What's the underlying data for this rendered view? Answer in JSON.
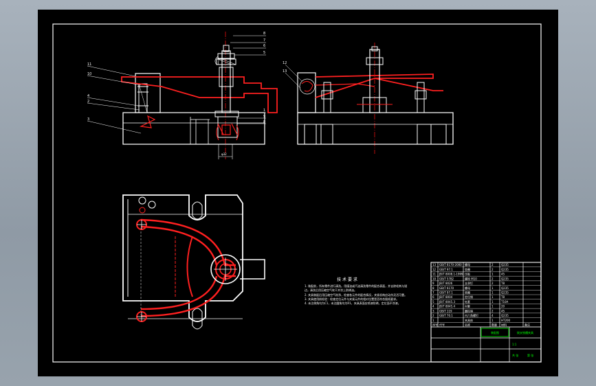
{
  "tech_requirements": {
    "title": "技 术 要 求",
    "lines": [
      "1. 装配前，所有零件进行清洗。用煤油或汽油清洗零件的配合表面，并去除毛刺与锐",
      "边，清洗后用压缩空气吹干并涂上防锈油。",
      "2. 夹具装配后用压缩空气吹净，检查各元件的配合情况，夹紧机构应动作灵活可靠。",
      "3. 夹具使用前检验：检查定位元件与夹紧元件的相对位置是否符合图纸要求。",
      "4. 未注倒角均为C1，未注圆角均为R1，夹具表面应喷漆防锈，定位面不涂漆。"
    ]
  },
  "part_numbers": {
    "front": [
      "1",
      "2",
      "3",
      "4",
      "5",
      "6",
      "7",
      "8",
      "9",
      "10",
      "11"
    ],
    "side": [
      "12",
      "13"
    ]
  },
  "dimension": "φ32",
  "title_block": {
    "drawing_name": "拨叉铣槽夹具",
    "center_label": "装配图",
    "table_headers": [
      "序号",
      "代号",
      "名称",
      "数量",
      "材料",
      "备注"
    ],
    "rows": [
      [
        "13",
        "GB/T 6170-2000",
        "螺母",
        "2",
        "Q235",
        ""
      ],
      [
        "12",
        "GB/T 97.1",
        "垫圈",
        "2",
        "Q235",
        ""
      ],
      [
        "11",
        "JB/T 8008.1-1999",
        "压板",
        "1",
        "45",
        ""
      ],
      [
        "10",
        "GB/T 5782",
        "螺栓 M10",
        "2",
        "Q235",
        ""
      ],
      [
        "9",
        "JB/T 8026",
        "支承钉",
        "2",
        "T8",
        ""
      ],
      [
        "8",
        "GB/T 6170",
        "螺母",
        "1",
        "Q235",
        ""
      ],
      [
        "7",
        "GB/T 97.1",
        "垫圈",
        "1",
        "Q235",
        ""
      ],
      [
        "6",
        "JB/T 8004",
        "定位销",
        "1",
        "T8",
        ""
      ],
      [
        "5",
        "JB/T 8045.3",
        "钻套",
        "1",
        "T10A",
        ""
      ],
      [
        "4",
        "JB/T 8045.4",
        "衬套",
        "1",
        "20",
        ""
      ],
      [
        "3",
        "GB/T 119",
        "圆柱销",
        "2",
        "45",
        ""
      ],
      [
        "2",
        "GB/T 70.1",
        "内六角螺钉",
        "4",
        "Q235",
        ""
      ],
      [
        "1",
        "",
        "夹具体",
        "1",
        "HT200",
        ""
      ]
    ],
    "scale_cells": [
      "1:1",
      "共 张",
      "第 张"
    ]
  },
  "colors": {
    "outline": "#ffffff",
    "section": "#ff2020",
    "centerline": "#e81010",
    "labels": "#00ff00",
    "background": "#000000"
  }
}
